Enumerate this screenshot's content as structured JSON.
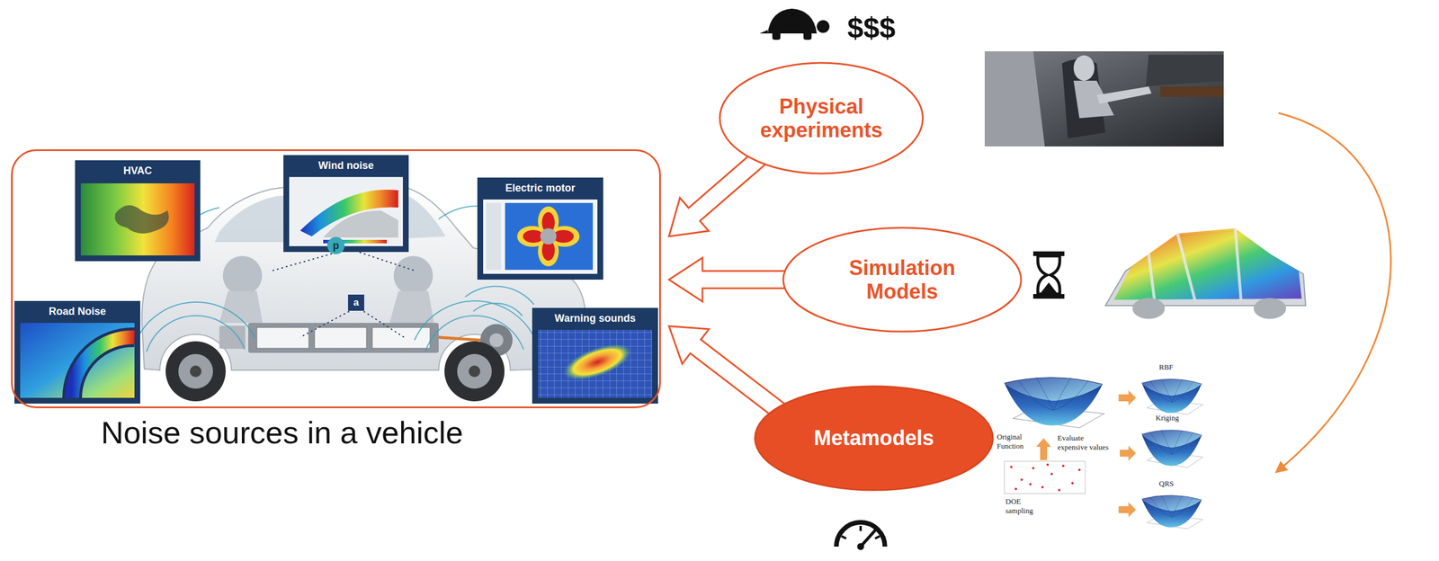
{
  "diagram": {
    "nodes": [
      {
        "text": [
          "Noise sources in a vehicle"
        ]
      },
      {
        "text": [
          "HVAC"
        ],
        "in": 0
      },
      {
        "text": [
          "Wind noise"
        ],
        "in": 0
      },
      {
        "text": [
          "Electric motor"
        ],
        "in": 0
      },
      {
        "text": [
          "Road Noise"
        ],
        "in": 0
      },
      {
        "text": [
          "Warning sounds"
        ],
        "in": 0
      },
      {
        "text": [
          "Physical experiments"
        ]
      },
      {
        "text": [
          "Simulation Models"
        ]
      },
      {
        "text": [
          "Metamodels"
        ]
      }
    ],
    "edges": [
      {
        "from": 6,
        "to": 0,
        "arrow": "to"
      },
      {
        "from": 7,
        "to": 0,
        "arrow": "to"
      },
      {
        "from": 8,
        "to": 0,
        "arrow": "to"
      }
    ],
    "labels": [
      "$$$",
      "p",
      "a",
      "Original Function",
      "Evaluate expensive values",
      "DOE sampling",
      "RBF",
      "Kriging",
      "QRS"
    ]
  }
}
